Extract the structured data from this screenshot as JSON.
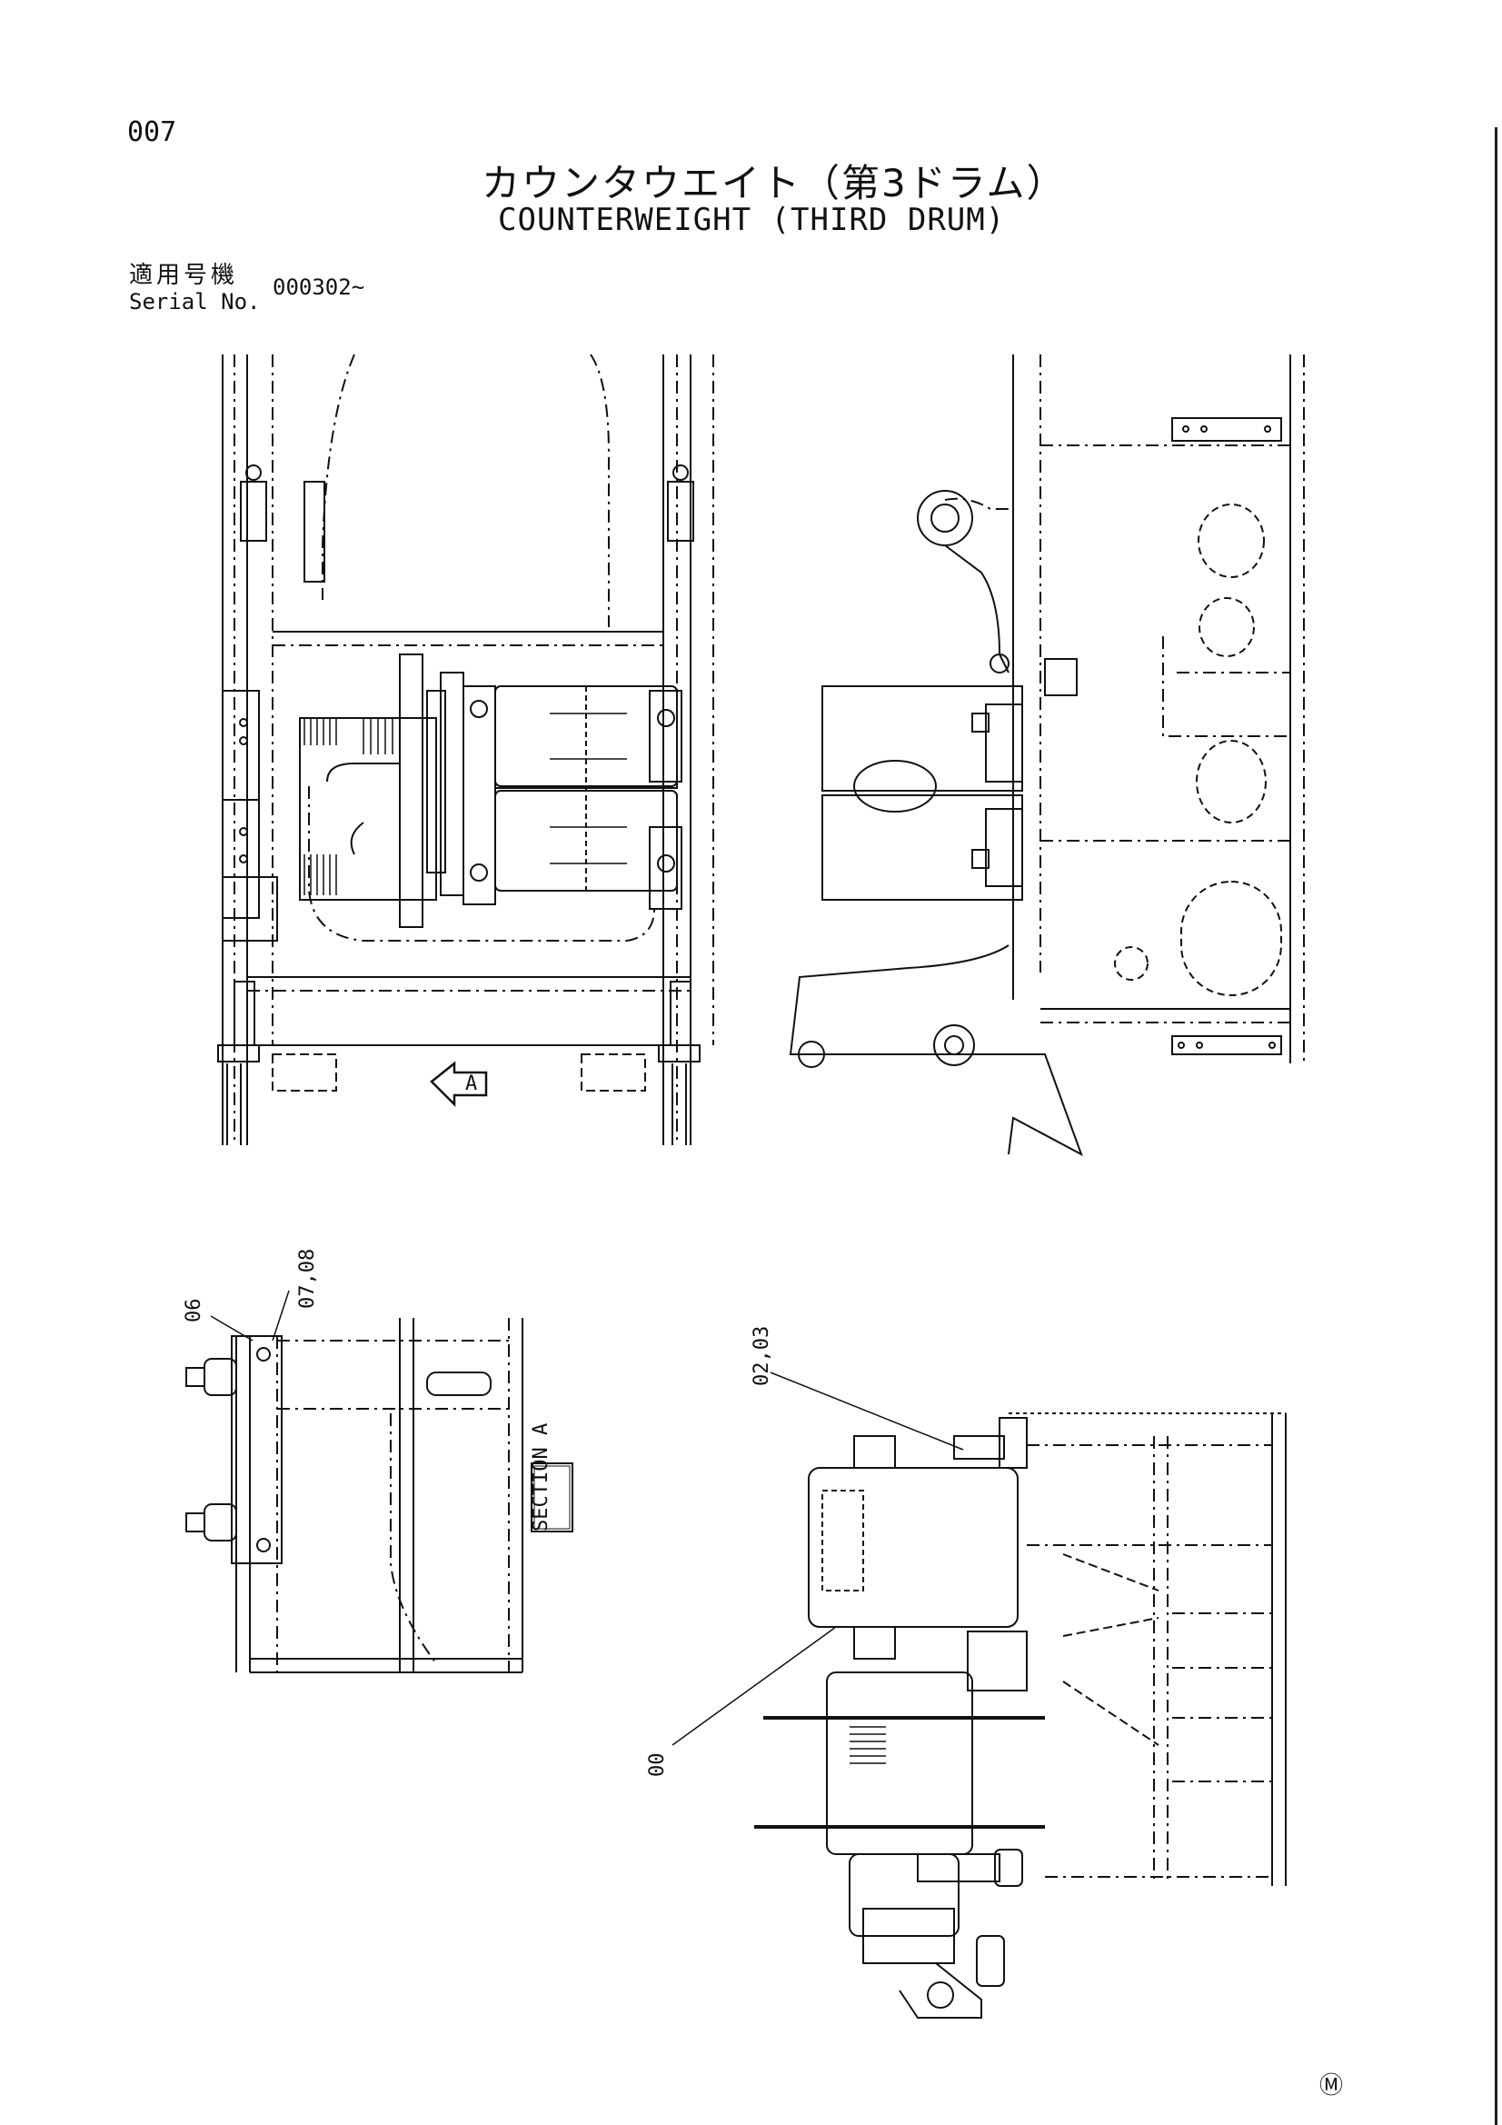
{
  "page": {
    "page_number": "007",
    "title_jp": "カウンタウエイト（第3ドラム）",
    "title_en": "COUNTERWEIGHT (THIRD DRUM)",
    "serial_label_jp": "適用号機",
    "serial_label_en": "Serial No.",
    "serial_value": "000302~",
    "mark": "Ⓜ"
  },
  "drawing": {
    "section_label": "SECTION A",
    "view_arrow_label": "A",
    "callouts": [
      "06",
      "07,08",
      "02,03",
      "00"
    ]
  }
}
